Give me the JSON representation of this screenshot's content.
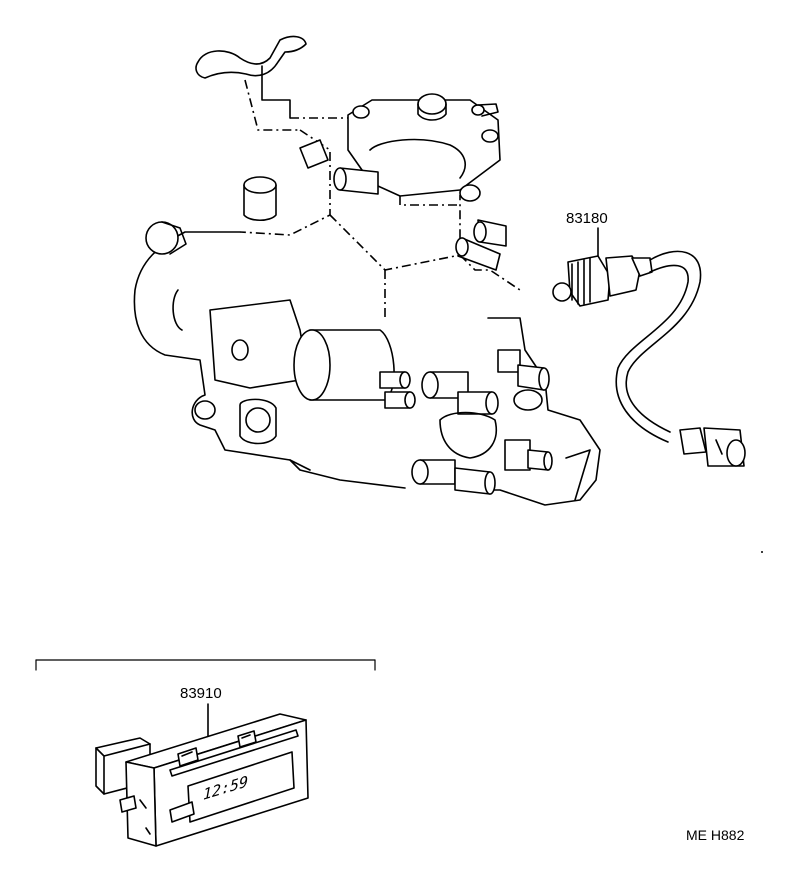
{
  "parts": [
    {
      "number": "83180"
    },
    {
      "number": "83910"
    }
  ],
  "clock_display": "12:59",
  "diagram_code": "ME H882"
}
